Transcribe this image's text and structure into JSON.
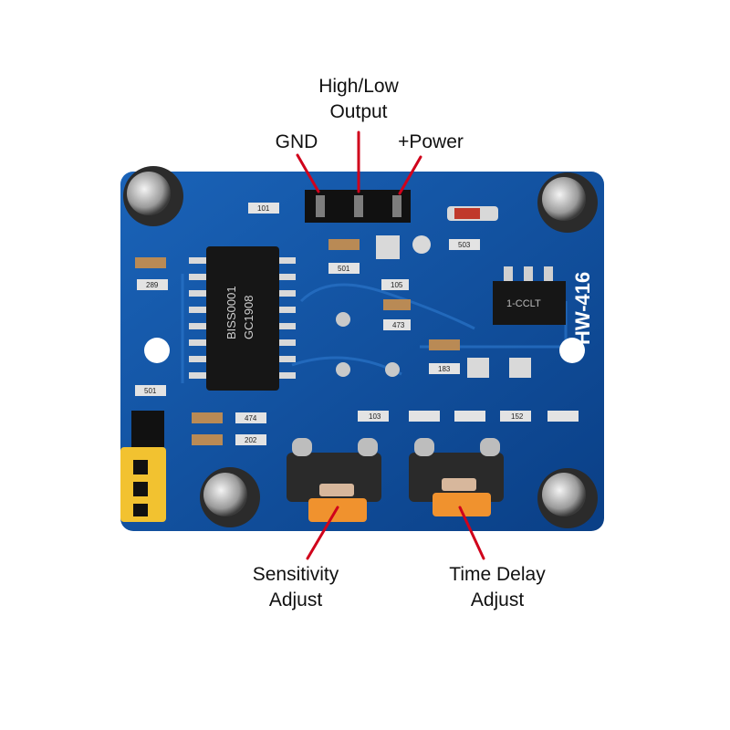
{
  "callouts": {
    "high_low_output": [
      "High/Low",
      "Output"
    ],
    "gnd": "GND",
    "power": "+Power",
    "sensitivity_adjust": [
      "Sensitivity",
      "Adjust"
    ],
    "time_delay_adjust": [
      "Time Delay",
      "Adjust"
    ]
  },
  "board": {
    "model": "HW-416",
    "chip_marking": [
      "BISS0001",
      "GC1908"
    ],
    "component_codes": [
      "101",
      "105",
      "473",
      "103",
      "183",
      "152",
      "474",
      "202",
      "501",
      "503",
      "289",
      "1-CCLT"
    ]
  },
  "colors": {
    "pcb_blue": "#0d4fa0",
    "arrow_red": "#d0021b",
    "trimmer_orange": "#f0922e",
    "jumper_yellow": "#f2c230"
  }
}
